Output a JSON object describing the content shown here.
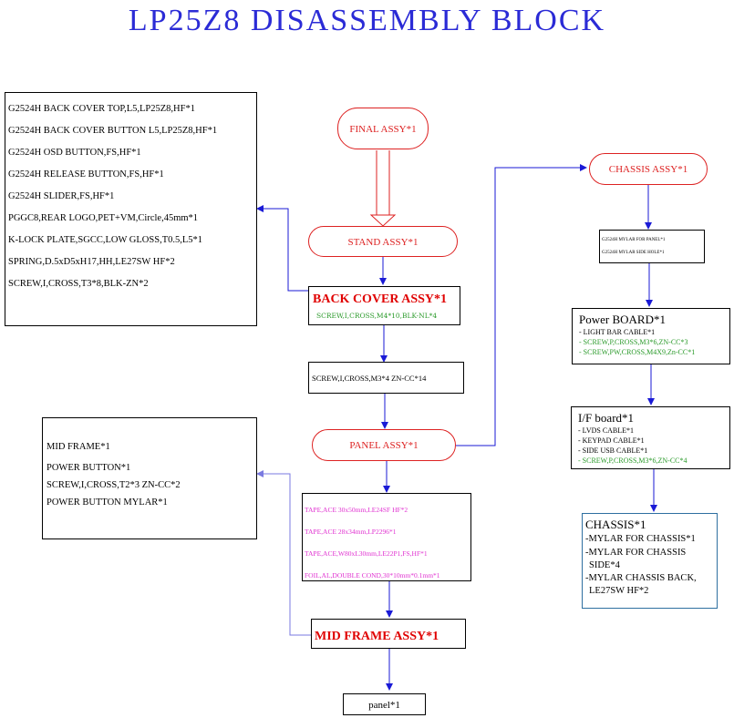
{
  "title": "LP25Z8 DISASSEMBLY BLOCK",
  "pills": {
    "final": "FINAL ASSY*1",
    "stand": "STAND ASSY*1",
    "panel": "PANEL ASSY*1",
    "chassis": "CHASSIS ASSY*1"
  },
  "back_cover_parts": [
    "G2524H BACK COVER TOP,L5,LP25Z8,HF*1",
    "G2524H BACK COVER BUTTON L5,LP25Z8,HF*1",
    "G2524H OSD BUTTON,FS,HF*1",
    "G2524H RELEASE BUTTON,FS,HF*1",
    "G2524H SLIDER,FS,HF*1",
    "PGGC8,REAR LOGO,PET+VM,Circle,45mm*1",
    "K-LOCK PLATE,SGCC,LOW GLOSS,T0.5,L5*1",
    "SPRING,D.5xD5xH17,HH,LE27SW HF*2",
    "SCREW,I,CROSS,T3*8,BLK-ZN*2"
  ],
  "back_cover_assy": {
    "title": "BACK COVER ASSY*1",
    "screw": "SCREW,I,CROSS,M4*10,BLK-NL*4"
  },
  "screw_box": "SCREW,I,CROSS,M3*4 ZN-CC*14",
  "mid_frame_parts": [
    "MID FRAME*1",
    "POWER BUTTON*1",
    "SCREW,I,CROSS,T2*3 ZN-CC*2",
    "POWER BUTTON MYLAR*1"
  ],
  "tape_box": [
    "TAPE,ACE 30x50mm,LE24SF HF*2",
    "TAPE,ACE 28x34mm,LP2296*1",
    "TAPE,ACE,W80xL30mm,LE22P1,FS,HF*1",
    "FOIL,AL,DOUBLE COND,30*10mm*0.1mm*1"
  ],
  "mid_frame_assy": "MID FRAME ASSY*1",
  "panel_final": "panel*1",
  "mylar_box": [
    "G2524H MYLAR FOR PANEL*1",
    "G2524H MYLAR SIDE HOLE*1"
  ],
  "power_board": {
    "title": "Power BOARD*1",
    "items": [
      {
        "text": "- LIGHT BAR CABLE*1",
        "color": "#000000"
      },
      {
        "text": "- SCREW,P,CROSS,M3*6,ZN-CC*3",
        "color": "#2a9a2a"
      },
      {
        "text": "- SCREW,PW,CROSS,M4X9,Zn-CC*1",
        "color": "#2a9a2a"
      }
    ]
  },
  "if_board": {
    "title": "I/F board*1",
    "items": [
      {
        "text": "- LVDS CABLE*1",
        "color": "#000000"
      },
      {
        "text": "- KEYPAD CABLE*1",
        "color": "#000000"
      },
      {
        "text": "- SIDE USB CABLE*1",
        "color": "#000000"
      },
      {
        "text": "- SCREW,P,CROSS,M3*6,ZN-CC*4",
        "color": "#2a9a2a"
      }
    ]
  },
  "chassis_box": {
    "title": "CHASSIS*1",
    "items": [
      "-MYLAR FOR CHASSIS*1",
      "-MYLAR FOR CHASSIS",
      "SIDE*4",
      "-MYLAR CHASSIS BACK,",
      "LE27SW HF*2"
    ]
  },
  "colors": {
    "title": "#2b2bd6",
    "arrow": "#1a1ad6",
    "pill": "#d22222",
    "red_title": "#e00000",
    "green": "#2a9a2a",
    "magenta": "#e030d0"
  }
}
